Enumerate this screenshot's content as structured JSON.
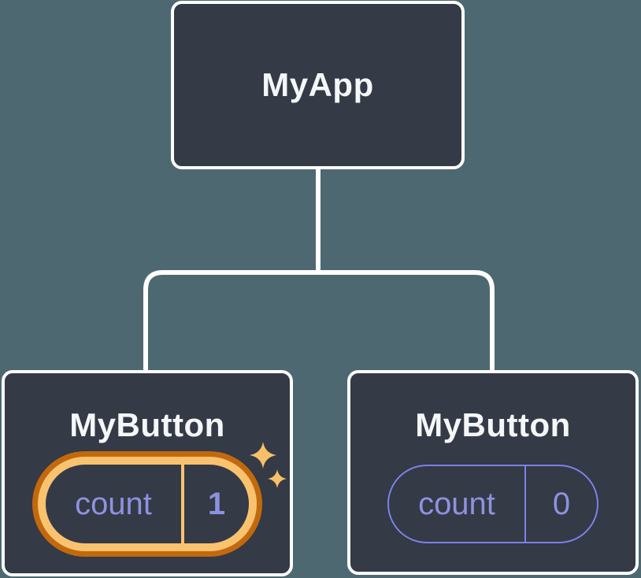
{
  "tree": {
    "root": {
      "label": "MyApp"
    },
    "children": [
      {
        "label": "MyButton",
        "state_key": "count",
        "state_value": "1",
        "highlighted": true
      },
      {
        "label": "MyButton",
        "state_key": "count",
        "state_value": "0",
        "highlighted": false
      }
    ]
  },
  "colors": {
    "background": "#4d6870",
    "node_fill": "#343a46",
    "node_border": "#ffffff",
    "node_text": "#f4f6f8",
    "connector": "#ffffff",
    "state_text": "#8d92e0",
    "state_border": "#7b82e8",
    "highlight_inner": "#f9c26f",
    "highlight_outer": "#c2690e",
    "sparkle": "#f7c068"
  }
}
